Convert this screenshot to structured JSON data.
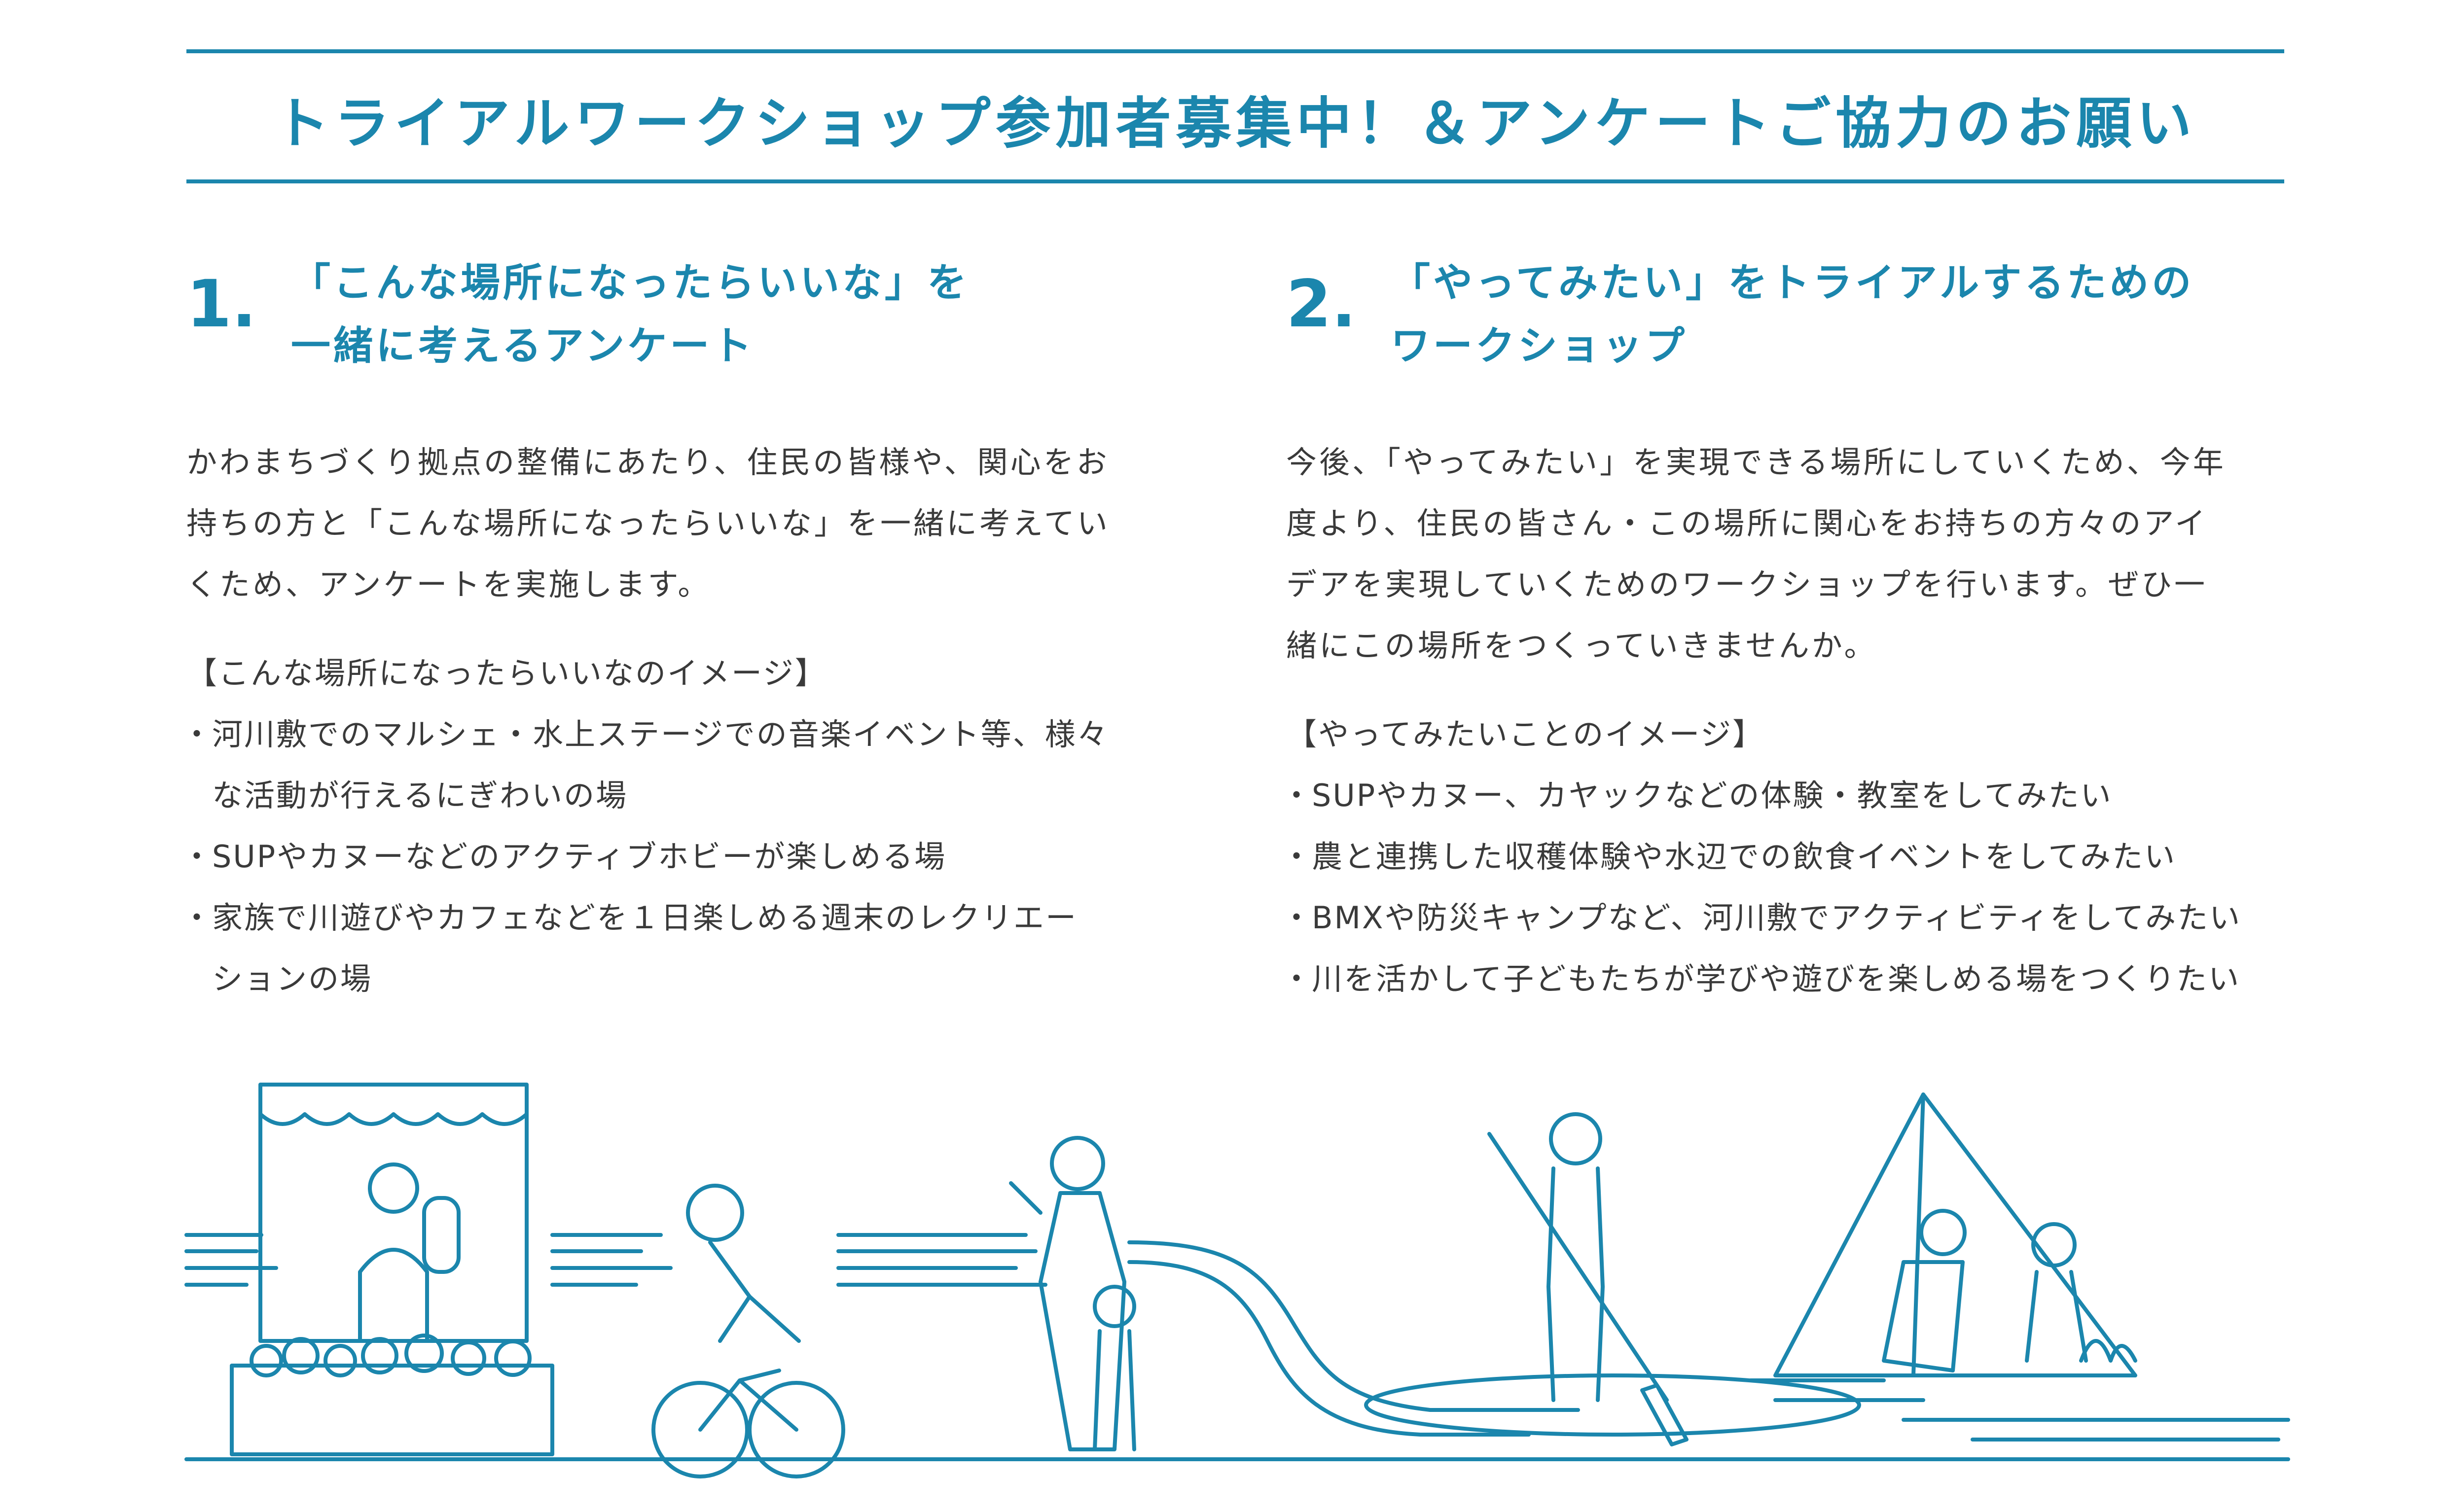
{
  "page": {
    "title": "トライアルワークショップ参加者募集中！＆アンケートご協力のお願い",
    "accent_color": "#1b86ad"
  },
  "section1": {
    "number": "1.",
    "title_lines": [
      "「こんな場所になったらいいな」を",
      "一緒に考えるアンケート"
    ],
    "body_lines": [
      "かわまちづくり拠点の整備にあたり、住民の皆様や、関心をお",
      "持ちの方と「こんな場所になったらいいな」を一緒に考えてい",
      "くため、アンケートを実施します。"
    ],
    "image_heading": "【こんな場所になったらいいなのイメージ】",
    "bullets": [
      {
        "lines": [
          "河川敷でのマルシェ・水上ステージでの音楽イベント等、様々",
          "な活動が行えるにぎわいの場"
        ]
      },
      {
        "lines": [
          "SUPやカヌーなどのアクティブホビーが楽しめる場"
        ]
      },
      {
        "lines": [
          "家族で川遊びやカフェなどを１日楽しめる週末のレクリエー",
          "ションの場"
        ]
      }
    ]
  },
  "section2": {
    "number": "2.",
    "title_lines": [
      "「やってみたい」をトライアルするための",
      "ワークショップ"
    ],
    "body_lines": [
      "今後、「やってみたい」を実現できる場所にしていくため、今年",
      "度より、住民の皆さん・この場所に関心をお持ちの方々のアイ",
      "デアを実現していくためのワークショップを行います。ぜひ一",
      "緒にこの場所をつくっていきませんか。"
    ],
    "image_heading": "【やってみたいことのイメージ】",
    "bullets": [
      {
        "lines": [
          "SUPやカヌー、カヤックなどの体験・教室をしてみたい"
        ]
      },
      {
        "lines": [
          "農と連携した収穫体験や水辺での飲食イベントをしてみたい"
        ]
      },
      {
        "lines": [
          "BMXや防災キャンプなど、河川敷でアクティビティをしてみたい"
        ]
      },
      {
        "lines": [
          "川を活かして子どもたちが学びや遊びを楽しめる場をつくりたい"
        ]
      }
    ]
  }
}
